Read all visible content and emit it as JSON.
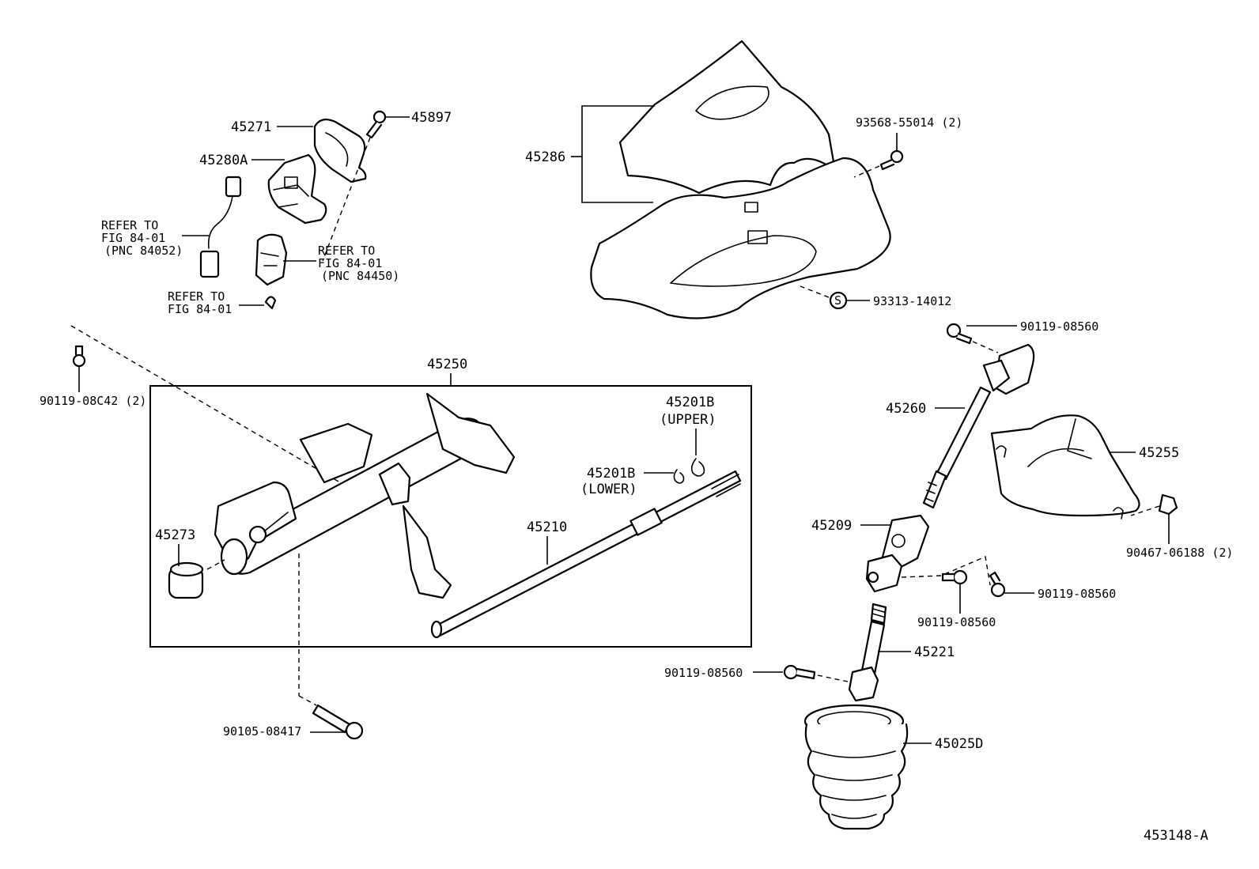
{
  "callouts": {
    "c45271": "45271",
    "c45897": "45897",
    "c45280A": "45280A",
    "refer1_l1": "REFER TO",
    "refer1_l2": "FIG 84-01",
    "refer1_l3": "(PNC 84052)",
    "refer2_l1": "REFER TO",
    "refer2_l2": "FIG 84-01",
    "refer2_l3": "(PNC 84450)",
    "refer3_l1": "REFER TO",
    "refer3_l2": "FIG 84-01",
    "c45286": "45286",
    "c93568": "93568-55014 (2)",
    "c93313": "93313-14012",
    "c90119_08560_a": "90119-08560",
    "c90119_08C42": "90119-08C42 (2)",
    "c45250": "45250",
    "c45201B_upper": "45201B",
    "c45201B_upper_sub": "(UPPER)",
    "c45201B_lower": "45201B",
    "c45201B_lower_sub": "(LOWER)",
    "c45273": "45273",
    "c45210": "45210",
    "c45260": "45260",
    "c45255": "45255",
    "c90467": "90467-06188 (2)",
    "c45209": "45209",
    "c90119_08560_b": "90119-08560",
    "c90119_08560_c": "90119-08560",
    "c45221": "45221",
    "c90119_08560_d": "90119-08560",
    "c90105": "90105-08417",
    "c45025D": "45025D",
    "s_symbol": "S",
    "figure_id": "453148-A"
  }
}
